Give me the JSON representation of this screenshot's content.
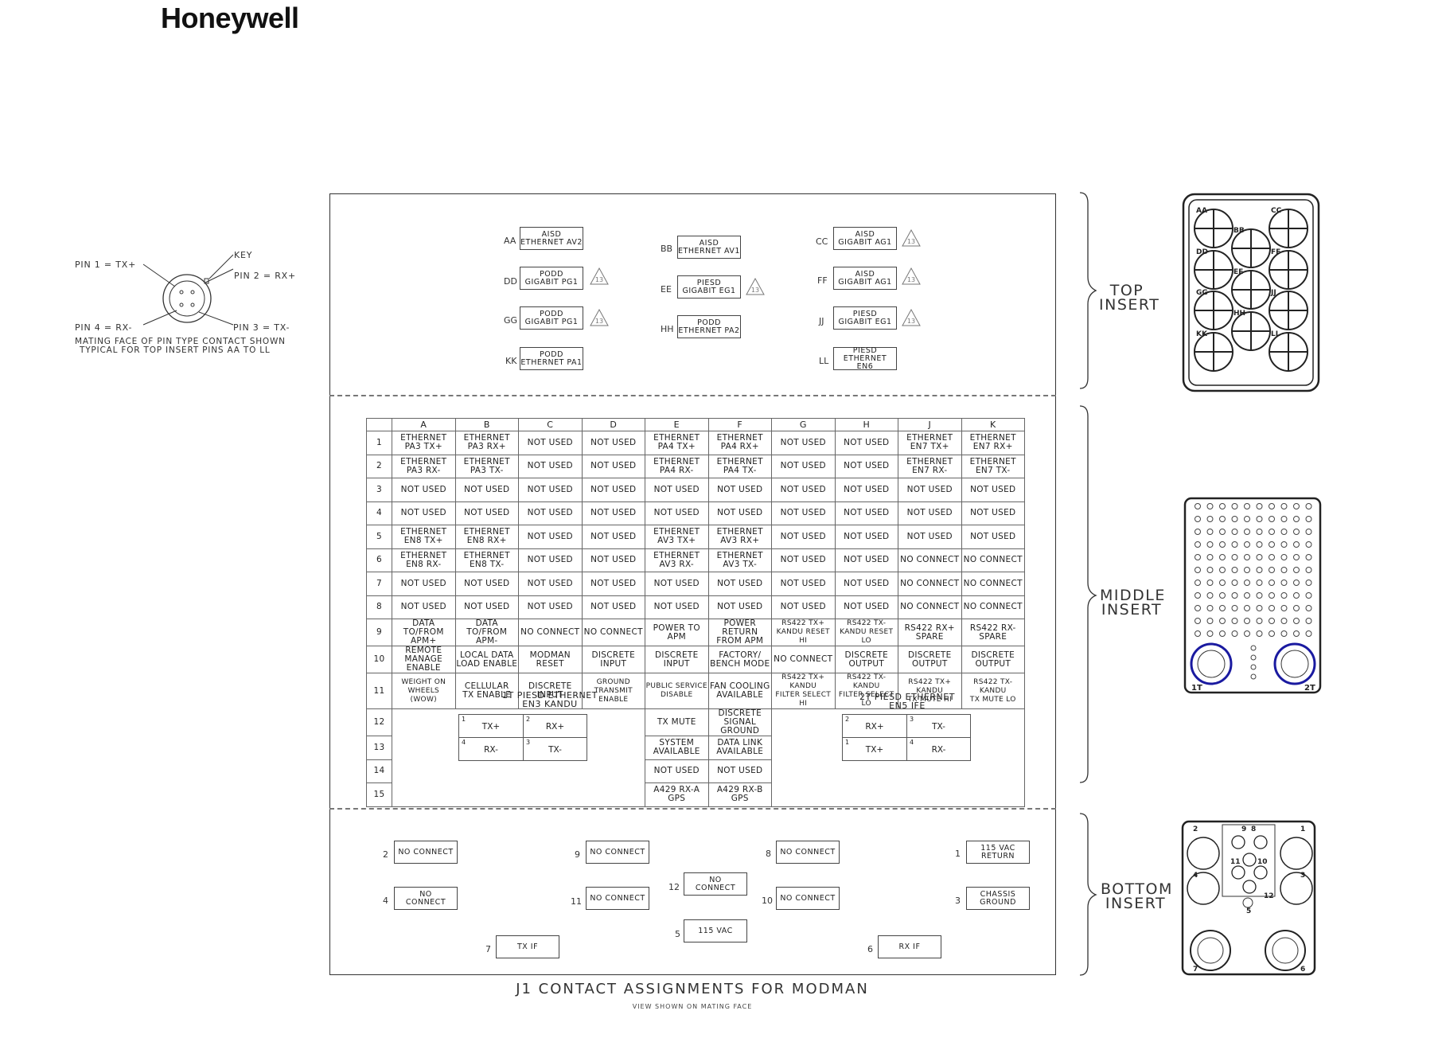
{
  "brand": "Honeywell",
  "pin_legend": {
    "pin1": "PIN 1 = TX+",
    "pin2": "PIN 2 = RX+",
    "pin3": "PIN 3 = TX-",
    "pin4": "PIN 4 = RX-",
    "key": "KEY",
    "note_line1": "MATING FACE OF PIN TYPE CONTACT SHOWN",
    "note_line2": "TYPICAL FOR TOP INSERT PINS AA TO LL"
  },
  "top_insert": {
    "label": "TOP\nINSERT",
    "pins": [
      {
        "id": "AA",
        "line1": "AISD",
        "line2": "ETHERNET AV2",
        "warn": ""
      },
      {
        "id": "DD",
        "line1": "PODD",
        "line2": "GIGABIT PG1",
        "warn": "13"
      },
      {
        "id": "GG",
        "line1": "PODD",
        "line2": "GIGABIT PG1",
        "warn": "13"
      },
      {
        "id": "KK",
        "line1": "PODD",
        "line2": "ETHERNET PA1",
        "warn": ""
      },
      {
        "id": "BB",
        "line1": "AISD",
        "line2": "ETHERNET AV1",
        "warn": ""
      },
      {
        "id": "EE",
        "line1": "PIESD",
        "line2": "GIGABIT EG1",
        "warn": "13"
      },
      {
        "id": "HH",
        "line1": "PODD",
        "line2": "ETHERNET PA2",
        "warn": ""
      },
      {
        "id": "CC",
        "line1": "AISD",
        "line2": "GIGABIT AG1",
        "warn": "13"
      },
      {
        "id": "FF",
        "line1": "AISD",
        "line2": "GIGABIT AG1",
        "warn": "13"
      },
      {
        "id": "JJ",
        "line1": "PIESD",
        "line2": "GIGABIT EG1",
        "warn": "13"
      },
      {
        "id": "LL",
        "line1": "PIESD",
        "line2": "ETHERNET EN6",
        "warn": ""
      }
    ],
    "connector_labels": [
      "AA",
      "BB",
      "CC",
      "DD",
      "EE",
      "FF",
      "GG",
      "HH",
      "JJ",
      "KK",
      "LL"
    ]
  },
  "middle_insert": {
    "label": "MIDDLE\nINSERT",
    "columns": [
      "A",
      "B",
      "C",
      "D",
      "E",
      "F",
      "G",
      "H",
      "J",
      "K"
    ],
    "rows": [
      {
        "n": "1",
        "cells": [
          "ETHERNET\nPA3 TX+",
          "ETHERNET\nPA3 RX+",
          "NOT USED",
          "NOT USED",
          "ETHERNET\nPA4 TX+",
          "ETHERNET\nPA4 RX+",
          "NOT USED",
          "NOT USED",
          "ETHERNET\nEN7 TX+",
          "ETHERNET\nEN7 RX+"
        ]
      },
      {
        "n": "2",
        "cells": [
          "ETHERNET\nPA3 RX-",
          "ETHERNET\nPA3 TX-",
          "NOT USED",
          "NOT USED",
          "ETHERNET\nPA4 RX-",
          "ETHERNET\nPA4 TX-",
          "NOT USED",
          "NOT USED",
          "ETHERNET\nEN7 RX-",
          "ETHERNET\nEN7 TX-"
        ]
      },
      {
        "n": "3",
        "cells": [
          "NOT USED",
          "NOT USED",
          "NOT USED",
          "NOT USED",
          "NOT USED",
          "NOT USED",
          "NOT USED",
          "NOT USED",
          "NOT USED",
          "NOT USED"
        ]
      },
      {
        "n": "4",
        "cells": [
          "NOT USED",
          "NOT USED",
          "NOT USED",
          "NOT USED",
          "NOT USED",
          "NOT USED",
          "NOT USED",
          "NOT USED",
          "NOT USED",
          "NOT USED"
        ]
      },
      {
        "n": "5",
        "cells": [
          "ETHERNET\nEN8 TX+",
          "ETHERNET\nEN8 RX+",
          "NOT USED",
          "NOT USED",
          "ETHERNET\nAV3 TX+",
          "ETHERNET\nAV3 RX+",
          "NOT USED",
          "NOT USED",
          "NOT USED",
          "NOT USED"
        ]
      },
      {
        "n": "6",
        "cells": [
          "ETHERNET\nEN8 RX-",
          "ETHERNET\nEN8 TX-",
          "NOT USED",
          "NOT USED",
          "ETHERNET\nAV3 RX-",
          "ETHERNET\nAV3 TX-",
          "NOT USED",
          "NOT USED",
          "NO CONNECT",
          "NO CONNECT"
        ]
      },
      {
        "n": "7",
        "cells": [
          "NOT USED",
          "NOT USED",
          "NOT USED",
          "NOT USED",
          "NOT USED",
          "NOT USED",
          "NOT USED",
          "NOT USED",
          "NO CONNECT",
          "NO CONNECT"
        ]
      },
      {
        "n": "8",
        "cells": [
          "NOT USED",
          "NOT USED",
          "NOT USED",
          "NOT USED",
          "NOT USED",
          "NOT USED",
          "NOT USED",
          "NOT USED",
          "NO CONNECT",
          "NO CONNECT"
        ]
      },
      {
        "n": "9",
        "cells": [
          "DATA TO/FROM\nAPM+",
          "DATA TO/FROM\nAPM-",
          "NO CONNECT",
          "NO CONNECT",
          "POWER TO\nAPM",
          "POWER RETURN\nFROM APM",
          "RS422 TX+\nKANDU RESET HI",
          "RS422 TX-\nKANDU RESET LO",
          "RS422 RX+\nSPARE",
          "RS422 RX-\nSPARE"
        ]
      },
      {
        "n": "10",
        "cells": [
          "REMOTE MANAGE\nENABLE",
          "LOCAL DATA\nLOAD ENABLE",
          "MODMAN\nRESET",
          "DISCRETE\nINPUT",
          "DISCRETE\nINPUT",
          "FACTORY/\nBENCH MODE",
          "NO CONNECT",
          "DISCRETE\nOUTPUT",
          "DISCRETE\nOUTPUT",
          "DISCRETE\nOUTPUT"
        ]
      },
      {
        "n": "11",
        "cells": [
          "WEIGHT ON WHEELS\n(WOW)",
          "CELLULAR\nTX ENABLE",
          "DISCRETE\nINPUT",
          "GROUND TRANSMIT\nENABLE",
          "PUBLIC SERVICE\nDISABLE",
          "FAN COOLING\nAVAILABLE",
          "RS422 TX+ KANDU\nFILTER SELECT HI",
          "RS422 TX- KANDU\nFILTER SELECT LO",
          "RS422 TX+ KANDU\nTX MUTE HI",
          "RS422 TX- KANDU\nTX MUTE LO"
        ]
      }
    ],
    "row12": "12",
    "row13": "13",
    "row14": "14",
    "row15": "15",
    "piesd1_title": "1T PIESD ETHERNET\nEN3 KANDU",
    "piesd2_title": "2T PIESD ETHERNET\nEN5 IFE",
    "grid1": [
      {
        "n": "1",
        "t": "TX+"
      },
      {
        "n": "2",
        "t": "RX+"
      },
      {
        "n": "4",
        "t": "RX-"
      },
      {
        "n": "3",
        "t": "TX-"
      }
    ],
    "grid2": [
      {
        "n": "2",
        "t": "RX+"
      },
      {
        "n": "3",
        "t": "TX-"
      },
      {
        "n": "1",
        "t": "TX+"
      },
      {
        "n": "4",
        "t": "RX-"
      }
    ],
    "ef_rows": {
      "e12": "TX MUTE",
      "f12": "DISCRETE\nSIGNAL GROUND",
      "e13": "SYSTEM\nAVAILABLE",
      "f13": "DATA LINK\nAVAILABLE",
      "e14": "NOT USED",
      "f14": "NOT USED",
      "e15": "A429 RX-A\nGPS",
      "f15": "A429 RX-B\nGPS"
    },
    "connector_labels": {
      "left": "1T",
      "right": "2T"
    }
  },
  "bottom_insert": {
    "label": "BOTTOM\nINSERT",
    "pins": [
      {
        "id": "2",
        "text": "NO CONNECT"
      },
      {
        "id": "4",
        "text": "NO\nCONNECT"
      },
      {
        "id": "7",
        "text": "TX IF"
      },
      {
        "id": "9",
        "text": "NO CONNECT"
      },
      {
        "id": "11",
        "text": "NO CONNECT"
      },
      {
        "id": "12",
        "text": "NO\nCONNECT"
      },
      {
        "id": "5",
        "text": "115 VAC"
      },
      {
        "id": "8",
        "text": "NO CONNECT"
      },
      {
        "id": "10",
        "text": "NO CONNECT"
      },
      {
        "id": "6",
        "text": "RX IF"
      },
      {
        "id": "1",
        "text": "115 VAC\nRETURN"
      },
      {
        "id": "3",
        "text": "CHASSIS\nGROUND"
      }
    ],
    "connector_labels": [
      "2",
      "9",
      "8",
      "1",
      "4",
      "11",
      "10",
      "3",
      "12",
      "5",
      "7",
      "6"
    ]
  },
  "caption": "J1 CONTACT ASSIGNMENTS FOR MODMAN",
  "subcaption": "VIEW SHOWN ON MATING FACE"
}
